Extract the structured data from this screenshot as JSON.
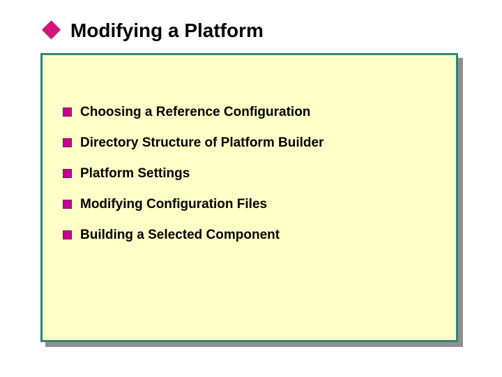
{
  "slide": {
    "title": "Modifying a Platform",
    "bullets": [
      "Choosing a Reference Configuration",
      "Directory Structure of Platform Builder",
      "Platform Settings",
      "Modifying Configuration Files",
      "Building a Selected Component"
    ],
    "colors": {
      "accent_magenta_diamond": "#d4157e",
      "accent_magenta_square": "#c4008f",
      "box_fill": "#ffffc8",
      "box_border_teal": "#2e8577",
      "box_shadow_gray": "#8f8f8f",
      "text": "#000000",
      "background": "#ffffff"
    }
  }
}
